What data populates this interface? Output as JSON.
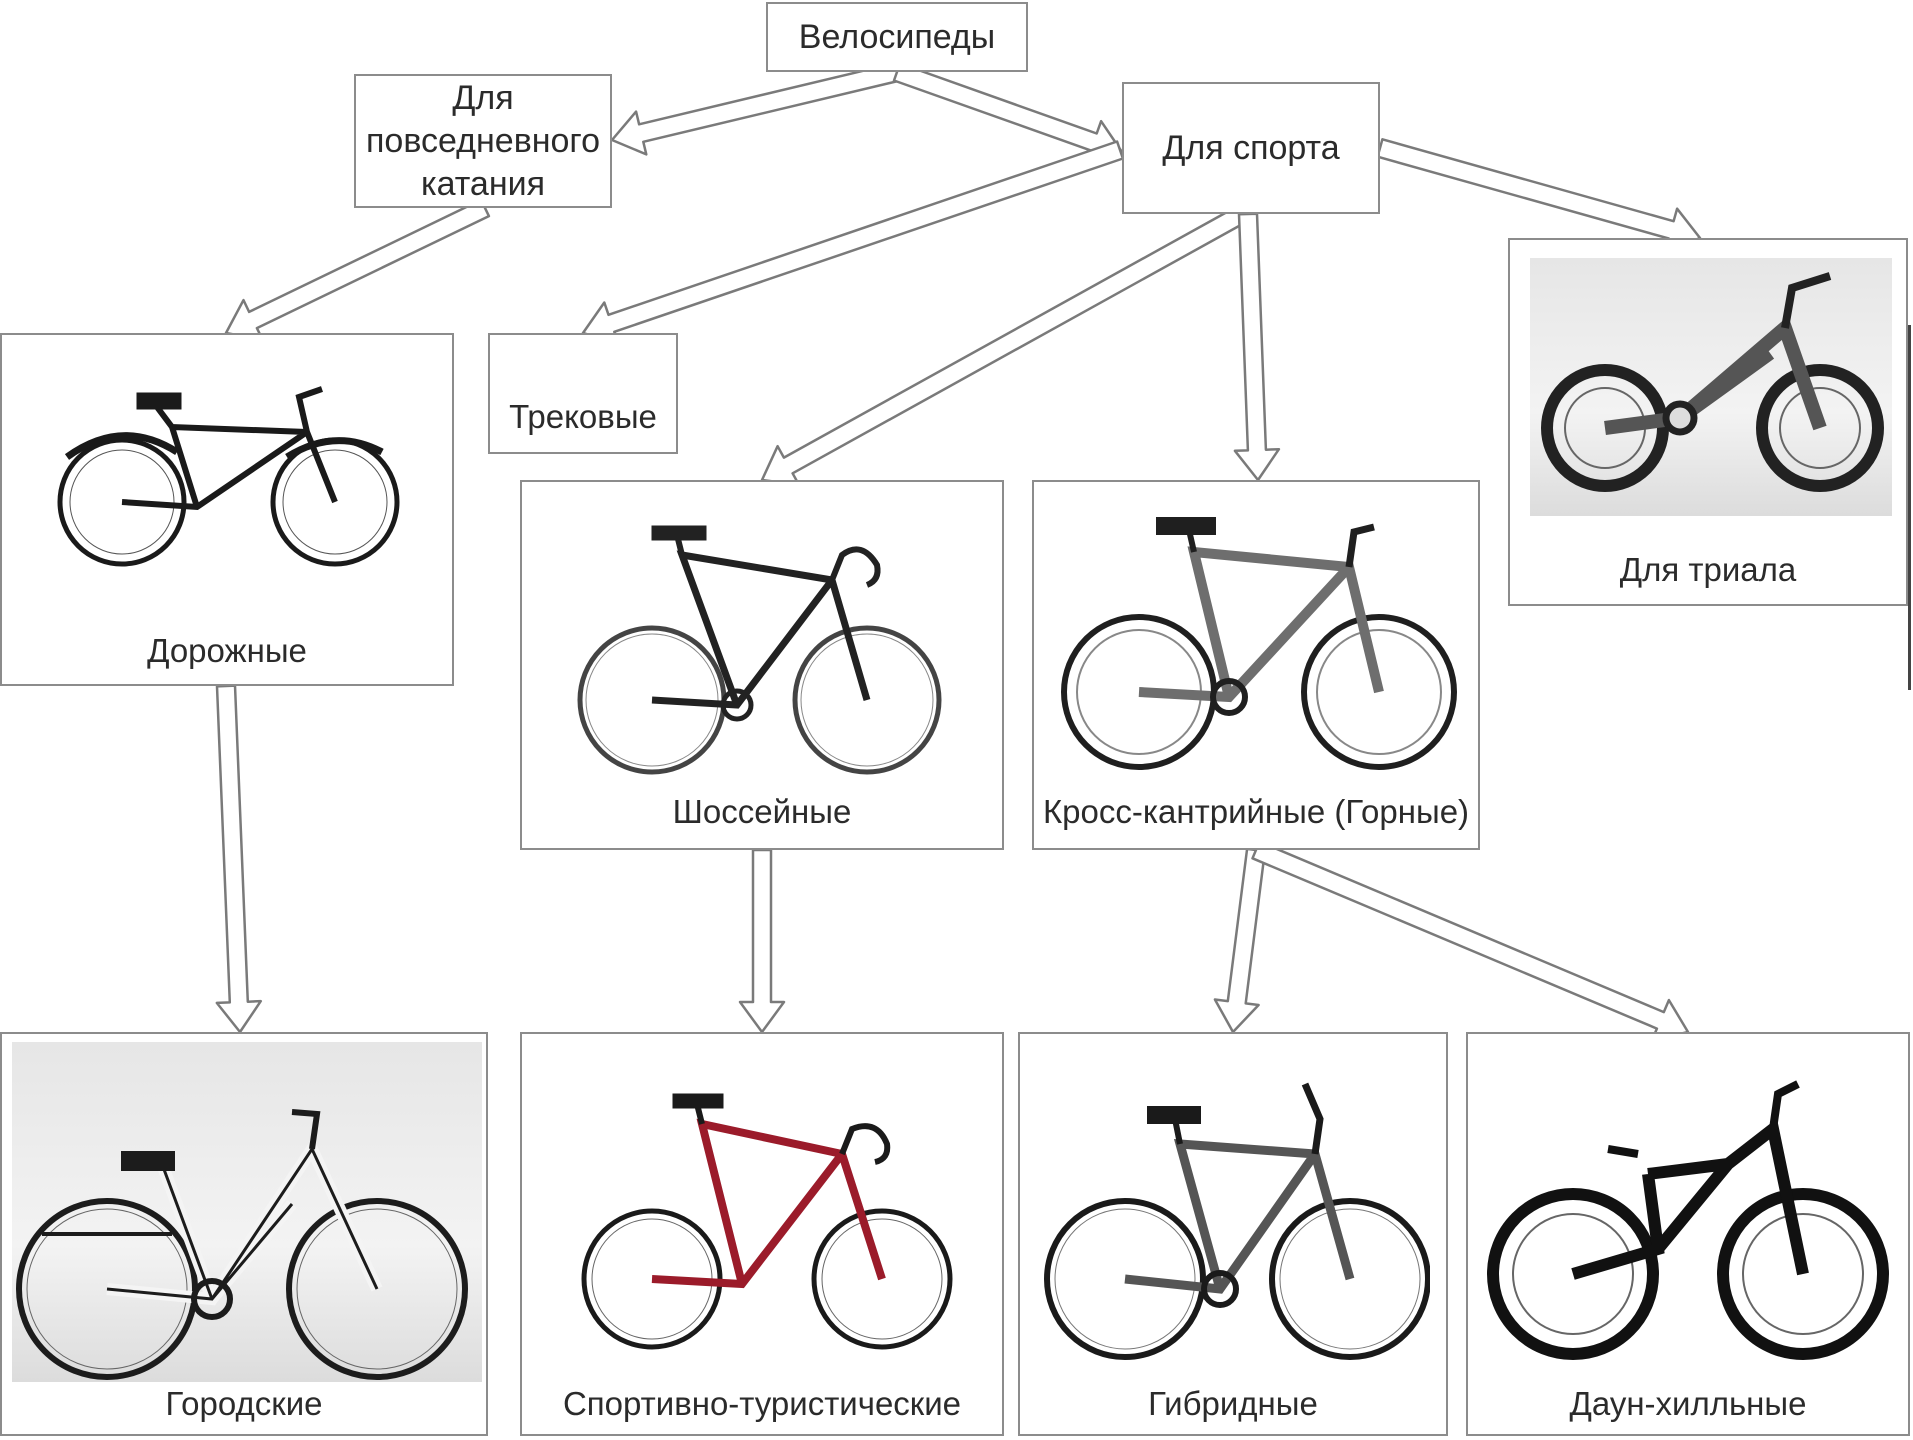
{
  "diagram": {
    "root": "Велосипеды",
    "everyday": "Для повседневного катания",
    "sport": "Для спорта",
    "road": "Дорожные",
    "track": "Трековые",
    "highway": "Шоссейные",
    "crosscountry": "Кросс-кантрийные (Горные)",
    "trial": "Для триала",
    "city": "Городские",
    "touring": "Спортивно-туристические",
    "hybrid": "Гибридные",
    "downhill": "Даун-хилльные"
  },
  "colors": {
    "border": "#8c8c8c",
    "arrow": "#7a7a7a",
    "bike": "#1a1a1a",
    "touring_frame": "#9b1b2a"
  },
  "icons": [
    "road-bike-icon",
    "city-bike-icon",
    "racing-bike-icon",
    "mountain-bike-icon",
    "trial-bike-icon",
    "hybrid-bike-icon",
    "downhill-bike-icon"
  ]
}
